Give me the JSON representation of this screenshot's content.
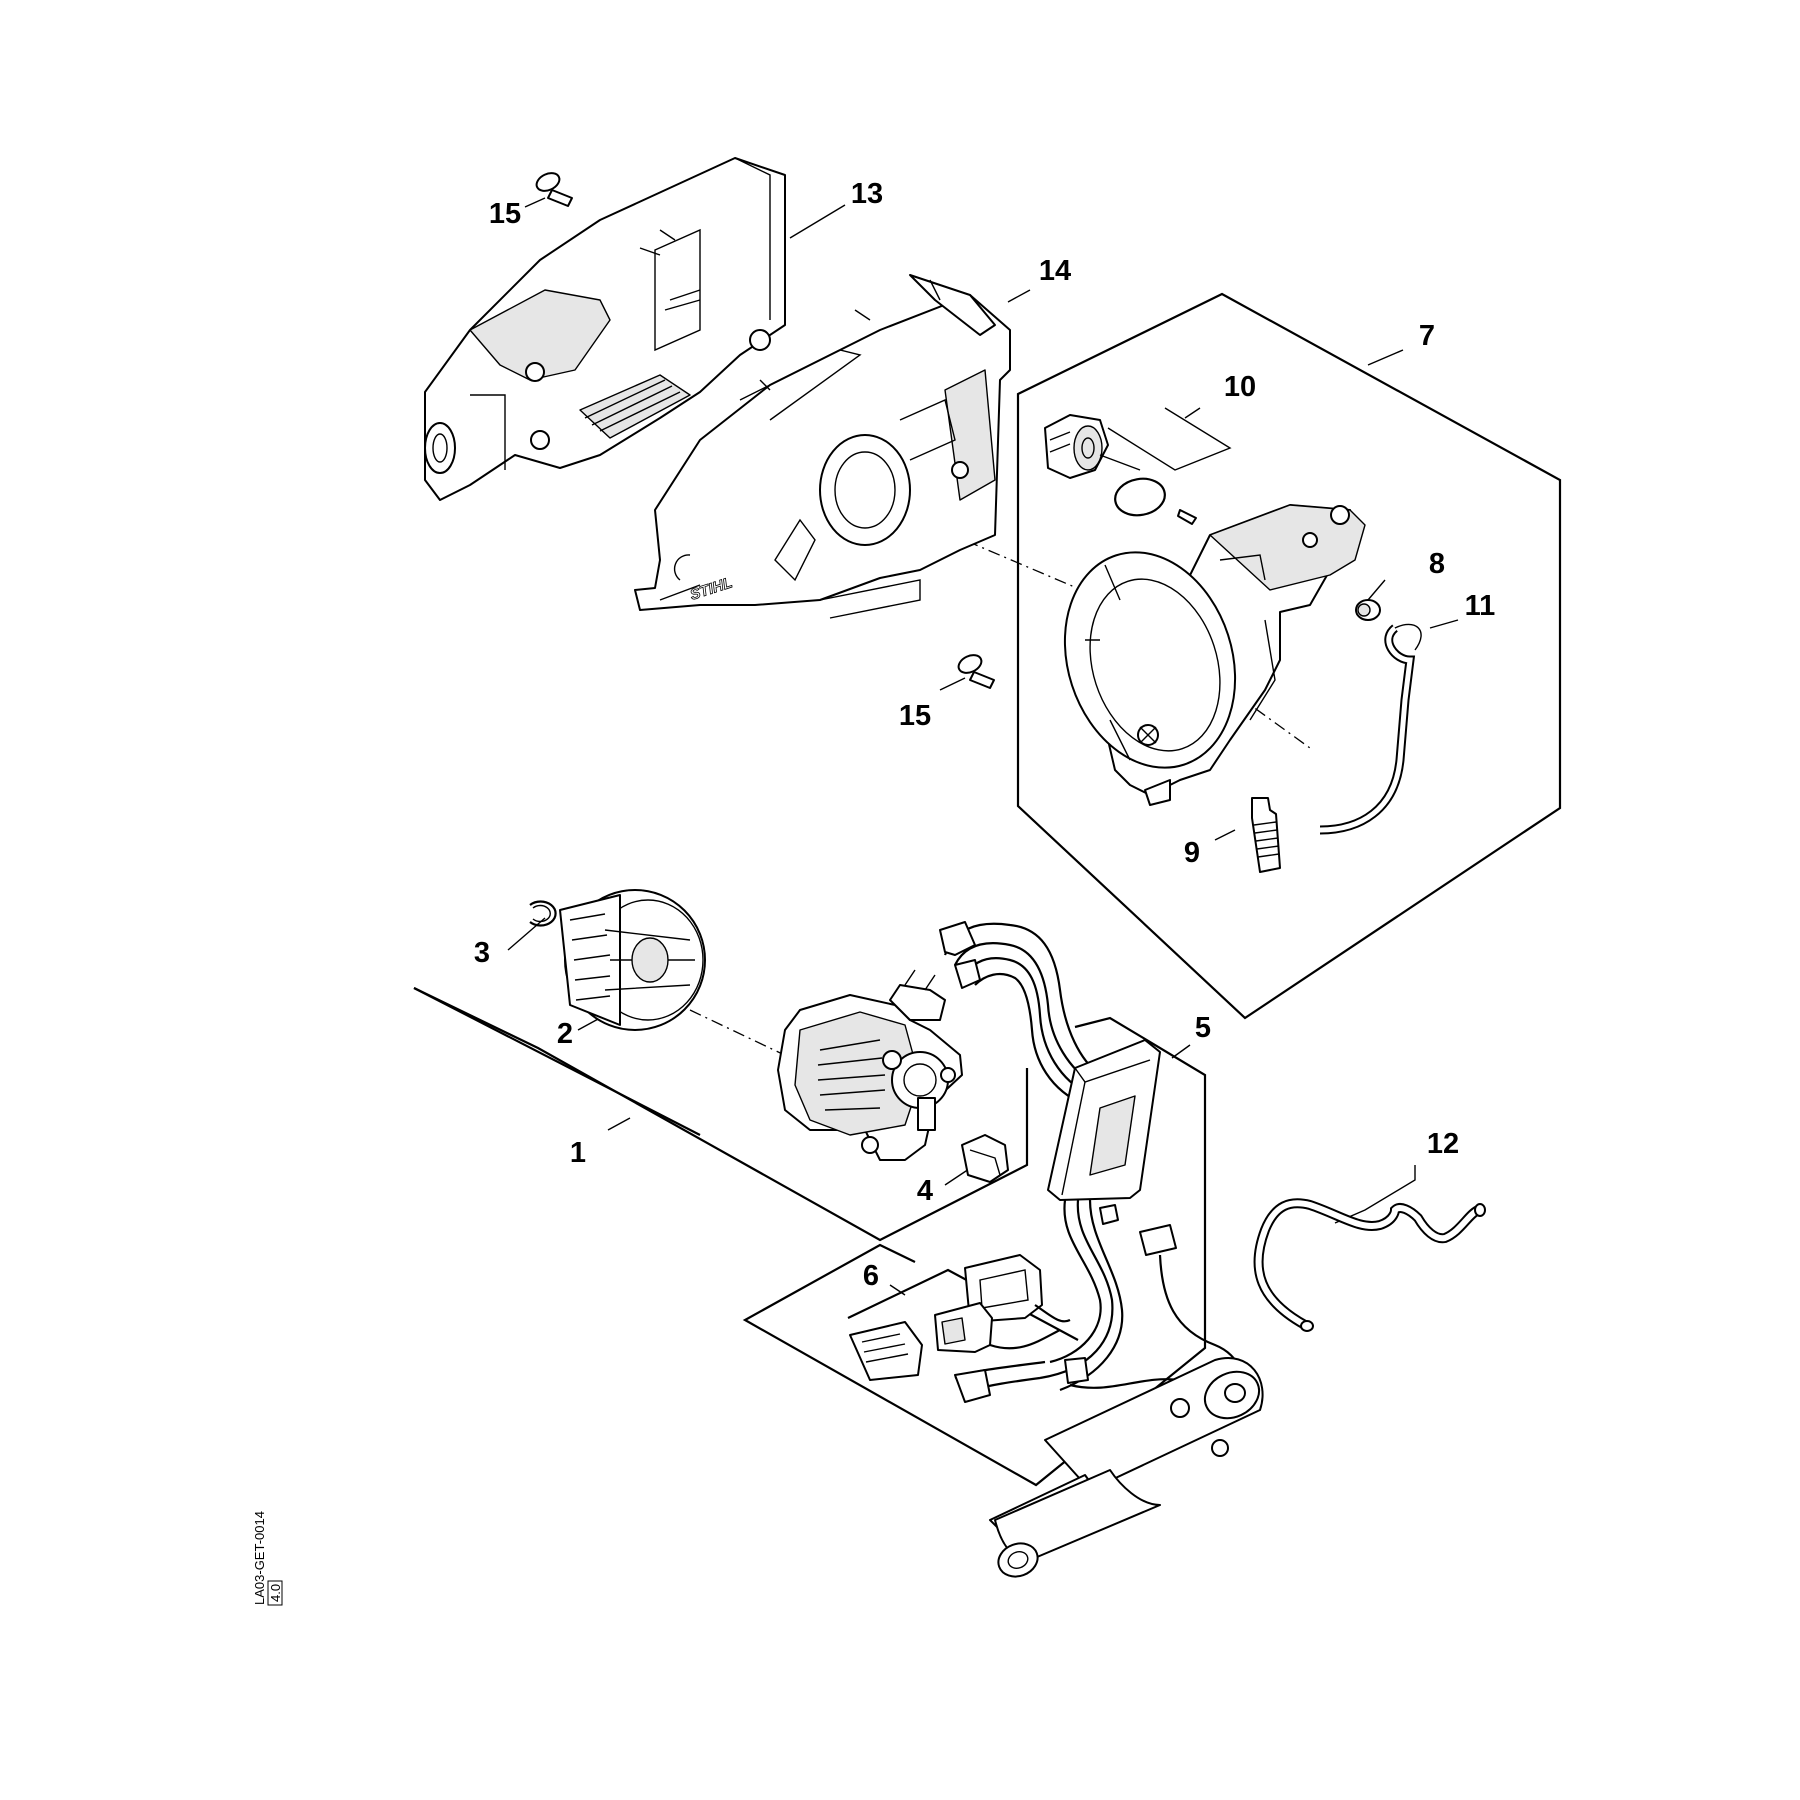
{
  "diagram": {
    "document_id": "LA03-GET-0014",
    "revision": "4.0",
    "callouts": [
      "1",
      "2",
      "3",
      "4",
      "5",
      "6",
      "7",
      "8",
      "9",
      "10",
      "11",
      "12",
      "13",
      "14",
      "15",
      "15"
    ],
    "brand_mark": "STIHL"
  }
}
